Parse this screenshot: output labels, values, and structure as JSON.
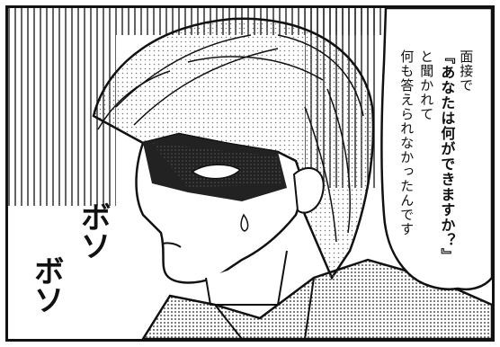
{
  "speech": {
    "line1": "面接で",
    "line2": "『あなたは何ができますか？』",
    "line3": "と聞かれて",
    "line4": "何も答えられなかったんです"
  },
  "sfx": {
    "first": "ボソ",
    "second": "ボソ"
  },
  "colors": {
    "ink": "#111111",
    "paper": "#ffffff",
    "tone": "#bdbdbd"
  }
}
